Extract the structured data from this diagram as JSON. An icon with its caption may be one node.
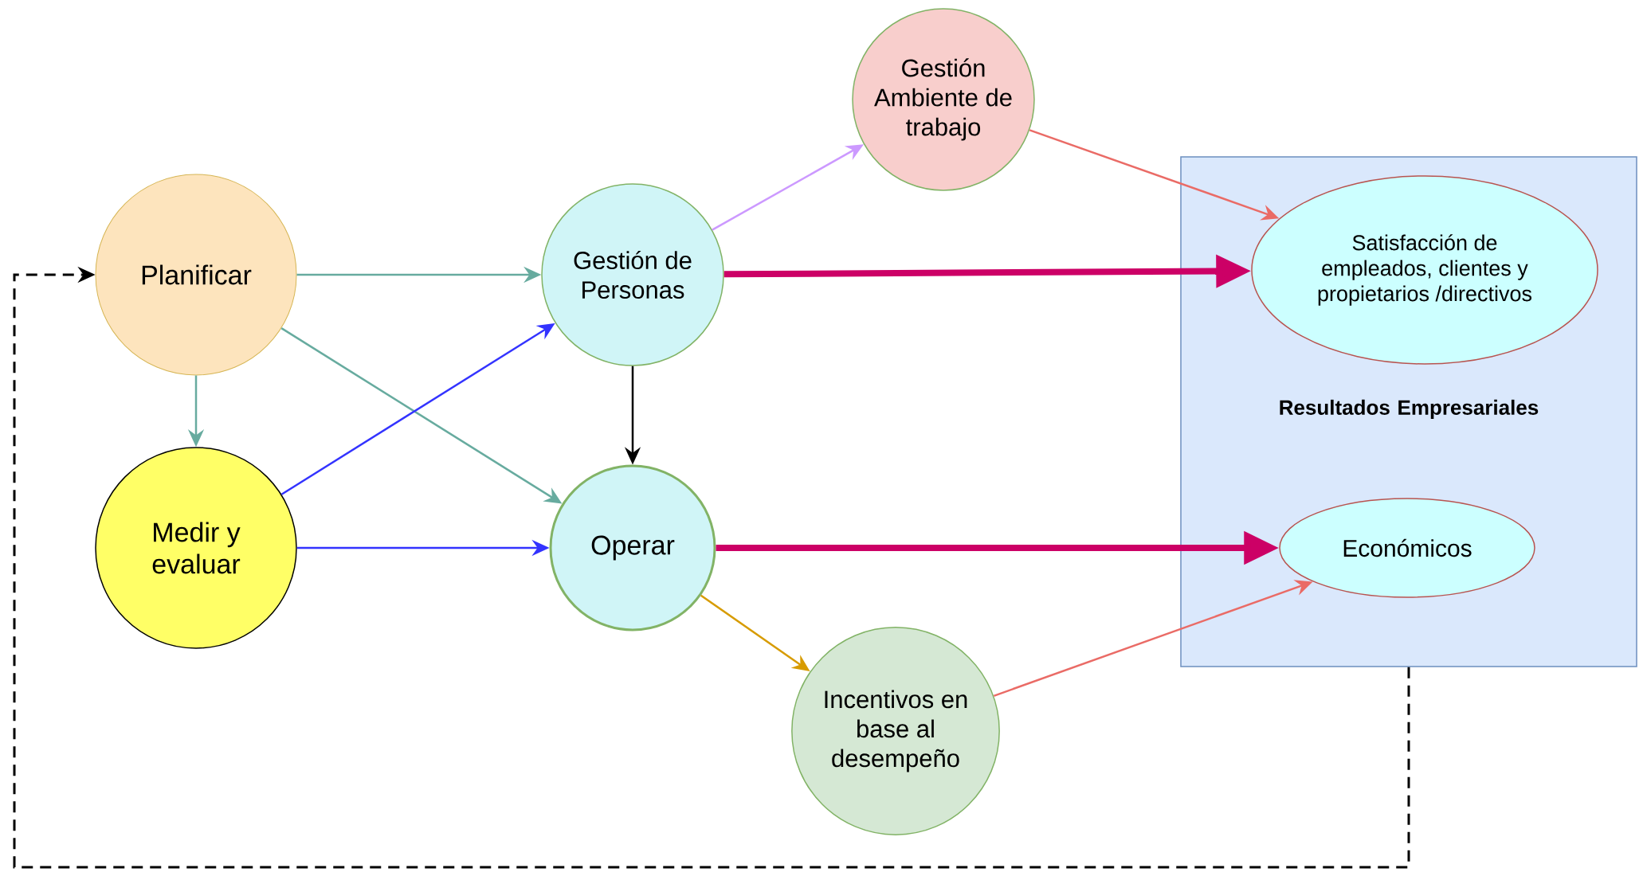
{
  "diagram": {
    "nodes": [
      {
        "text": [
          "Planificar"
        ]
      },
      {
        "text": [
          "Medir y evaluar"
        ]
      },
      {
        "text": [
          "Gestión de Personas"
        ]
      },
      {
        "text": [
          "Operar"
        ]
      },
      {
        "text": [
          "Gestión Ambiente de trabajo"
        ]
      },
      {
        "text": [
          "Incentivos en base al desempeño"
        ]
      },
      {
        "text": [
          "Resultados Empresariales"
        ]
      },
      {
        "text": [
          "Satisfacción de empleados, clientes y propietarios /directivos"
        ],
        "in": 6
      },
      {
        "text": [
          "Económicos"
        ],
        "in": 6
      }
    ],
    "edges": [
      {
        "from": 0,
        "to": 2,
        "arrow": "to",
        "color": "#67ab9f"
      },
      {
        "from": 0,
        "to": 3,
        "arrow": "to",
        "color": "#67ab9f"
      },
      {
        "from": 0,
        "to": 1,
        "arrow": "to",
        "color": "#67ab9f"
      },
      {
        "from": 1,
        "to": 2,
        "arrow": "to",
        "color": "#3333ff"
      },
      {
        "from": 1,
        "to": 3,
        "arrow": "to",
        "color": "#3333ff"
      },
      {
        "from": 2,
        "to": 4,
        "arrow": "to",
        "color": "#cc99ff"
      },
      {
        "from": 2,
        "to": 7,
        "arrow": "to",
        "style": "thick",
        "color": "#cc0066"
      },
      {
        "from": 2,
        "to": 3,
        "arrow": "to",
        "color": "#000000"
      },
      {
        "from": 3,
        "to": 8,
        "arrow": "to",
        "style": "thick",
        "color": "#cc0066"
      },
      {
        "from": 3,
        "to": 5,
        "arrow": "to",
        "color": "#d79b00"
      },
      {
        "from": 4,
        "to": 7,
        "arrow": "to",
        "color": "#ea6b66"
      },
      {
        "from": 5,
        "to": 8,
        "arrow": "to",
        "color": "#ea6b66"
      },
      {
        "from": 6,
        "to": 0,
        "arrow": "to",
        "style": "dashed",
        "color": "#000000"
      }
    ]
  }
}
